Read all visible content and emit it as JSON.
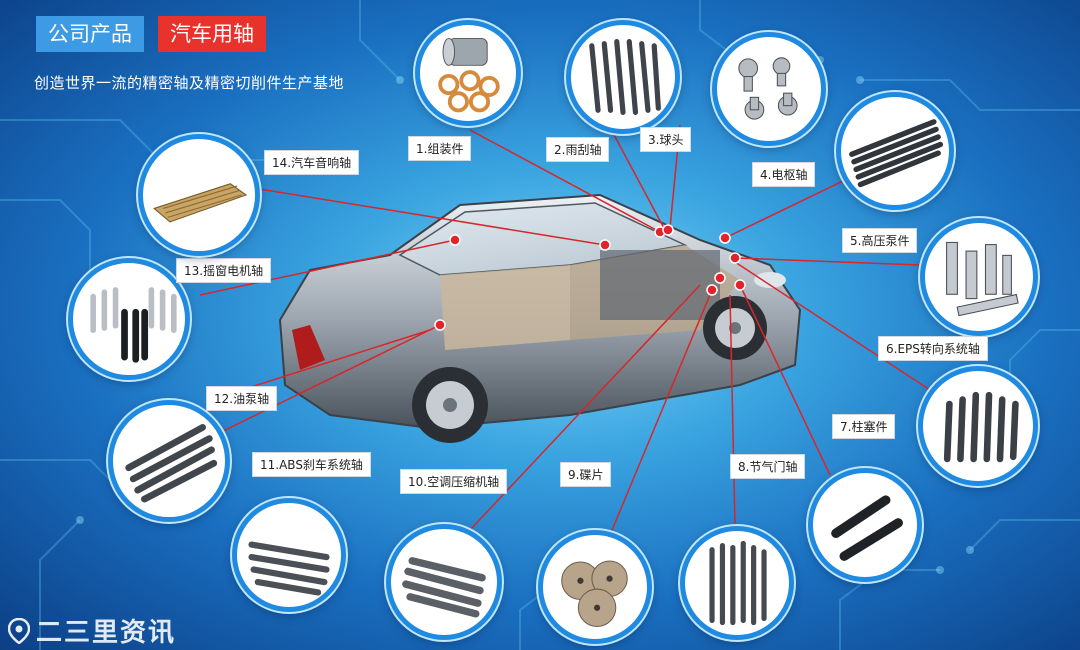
{
  "header": {
    "tag_company": "公司产品",
    "tag_category": "汽车用轴"
  },
  "slogan": "创造世界一流的精密轴及精密切削件生产基地",
  "products": [
    {
      "label": "1.组装件",
      "icon": "assembly-parts-icon"
    },
    {
      "label": "2.雨刮轴",
      "icon": "wiper-shaft-icon"
    },
    {
      "label": "3.球头",
      "icon": "ball-joint-icon"
    },
    {
      "label": "4.电枢轴",
      "icon": "armature-shaft-icon"
    },
    {
      "label": "5.高压泵件",
      "icon": "high-pressure-pump-part-icon"
    },
    {
      "label": "6.EPS转向系统轴",
      "icon": "eps-steering-shaft-icon"
    },
    {
      "label": "7.柱塞件",
      "icon": "plunger-part-icon"
    },
    {
      "label": "8.节气门轴",
      "icon": "throttle-shaft-icon"
    },
    {
      "label": "9.碟片",
      "icon": "disc-icon"
    },
    {
      "label": "10.空调压缩机轴",
      "icon": "ac-compressor-shaft-icon"
    },
    {
      "label": "11.ABS刹车系统轴",
      "icon": "abs-brake-shaft-icon"
    },
    {
      "label": "12.油泵轴",
      "icon": "oil-pump-shaft-icon"
    },
    {
      "label": "13.摇窗电机轴",
      "icon": "window-motor-shaft-icon"
    },
    {
      "label": "14.汽车音响轴",
      "icon": "car-audio-shaft-icon"
    }
  ],
  "watermark": "二三里资讯",
  "colors": {
    "accent_blue": "#1f8ae0",
    "tag_blue": "#3d9be6",
    "tag_red": "#e8332c",
    "leader_line": "#d8262a"
  }
}
